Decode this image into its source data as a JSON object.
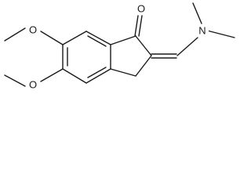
{
  "molecule": {
    "atoms": {
      "carbonyl_oxygen": "O",
      "dimethylamino_nitrogen": "N",
      "methoxy_oxygen_upper": "O",
      "methoxy_oxygen_lower": "O"
    }
  }
}
